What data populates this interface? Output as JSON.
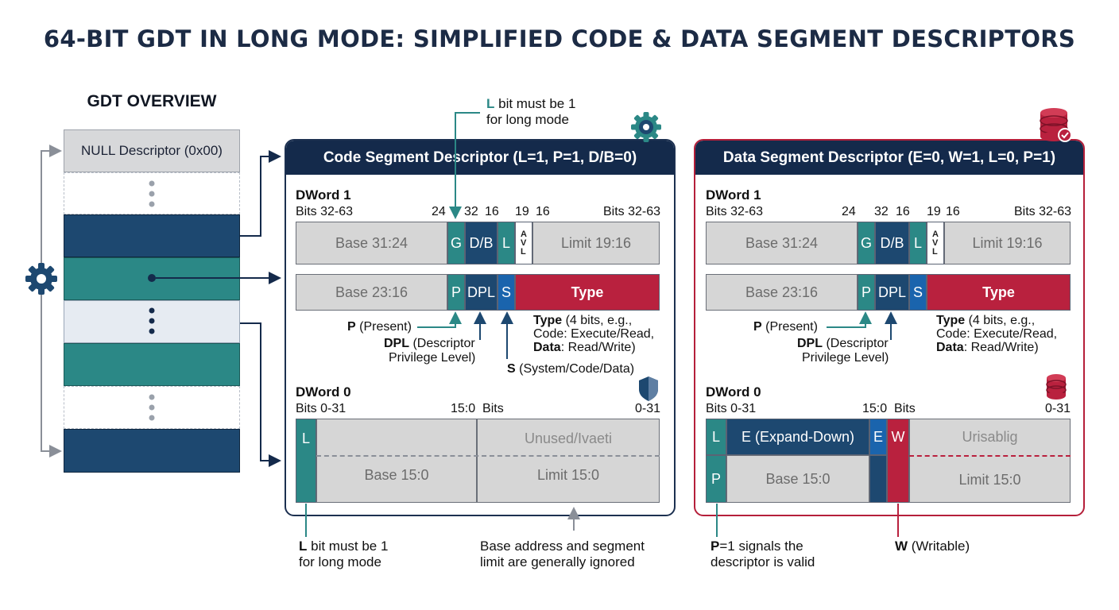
{
  "title": "64-BIT GDT IN LONG MODE: SIMPLIFIED CODE & DATA SEGMENT DESCRIPTORS",
  "gdt": {
    "heading": "GDT OVERVIEW",
    "null_label": "NULL Descriptor (0x00)"
  },
  "colors": {
    "navy": "#1d4870",
    "teal": "#2b8886",
    "red": "#b9213e",
    "blue": "#1a64ad",
    "header": "#142a4b",
    "grey": "#d6d6d6"
  },
  "icons": [
    "gear-icon",
    "shield-icon",
    "database-icon"
  ],
  "code": {
    "header": "Code Segment Descriptor (L=1, P=1, D/B=0)",
    "top_note": "L bit must be 1\nfor long mode",
    "dword1": "DWord 1",
    "bits_left": "Bits 32-63",
    "bits_right": "Bits 32-63",
    "tick_24": "24",
    "tick_32": "32",
    "tick_16a": "16",
    "tick_19": "19",
    "tick_16b": "16",
    "row1": {
      "base": "Base 31:24",
      "g": "G",
      "db": "D/B",
      "l": "L",
      "avl": "A\nV\nL",
      "limit": "Limit 19:16"
    },
    "row2": {
      "base": "Base 23:16",
      "p": "P",
      "dpl": "DPL",
      "s": "S",
      "type": "Type"
    },
    "p_bold": "P",
    "p_rest": " (Present)",
    "dpl_bold": "DPL",
    "dpl_rest": " (Descriptor",
    "dpl_line2": "Privilege Level)",
    "s_bold": "S",
    "s_rest": " (System/Code/Data)",
    "type_bold": "Type",
    "type_rest": " (4 bits, e.g.,",
    "type_line2": "Code: Execute/Read,",
    "type_data_bold": "Data",
    "type_data_rest": ": Read/Write)",
    "dword0": "DWord 0",
    "d0_bits_left": "Bits 0-31",
    "d0_mid": "15:0  Bits",
    "d0_right": "0-31",
    "d0": {
      "l": "L",
      "unused": "Unused/Ivaeti",
      "base": "Base 15:0",
      "limit": "Limit 15:0"
    },
    "bottom_left_bold": "L",
    "bottom_left_rest": " bit must be 1",
    "bottom_left_line2": "for long mode",
    "bottom_right": "Base address and segment\nlimit are generally ignored"
  },
  "data": {
    "header": "Data Segment Descriptor (E=0, W=1, L=0, P=1)",
    "dword1": "DWord 1",
    "bits_left": "Bits 32-63",
    "bits_right": "Bits 32-63",
    "tick_24": "24",
    "tick_32": "32",
    "tick_16a": "16",
    "tick_19": "19",
    "tick_16b": "16",
    "row1": {
      "base": "Base 31:24",
      "g": "G",
      "db": "D/B",
      "l": "L",
      "avl": "A\nV\nL",
      "limit": "Limit 19:16"
    },
    "row2": {
      "base": "Base 23:16",
      "p": "P",
      "dpl": "DPL",
      "s": "S",
      "type": "Type"
    },
    "p_bold": "P",
    "p_rest": " (Present)",
    "dpl_bold": "DPL",
    "dpl_rest": " (Descriptor",
    "dpl_line2": "Privilege Level)",
    "type_bold": "Type",
    "type_rest": " (4 bits, e.g.,",
    "type_line2": "Code: Execute/Read,",
    "type_data_bold": "Data",
    "type_data_rest": ": Read/Write)",
    "dword0": "DWord 0",
    "d0_bits_left": "Bits 0-31",
    "d0_mid": "15:0  Bits",
    "d0_right": "0-31",
    "d0": {
      "l": "L",
      "e_expand": "E (Expand-Down)",
      "e": "E",
      "w": "W",
      "unused": "Urisablig",
      "p": "P",
      "base": "Base 15:0",
      "limit": "Limit 15:0"
    },
    "bottom_left_bold": "P",
    "bottom_left_rest": "=1 signals the",
    "bottom_left_line2": "descriptor is valid",
    "bottom_right_bold": "W",
    "bottom_right_rest": " (Writable)"
  }
}
